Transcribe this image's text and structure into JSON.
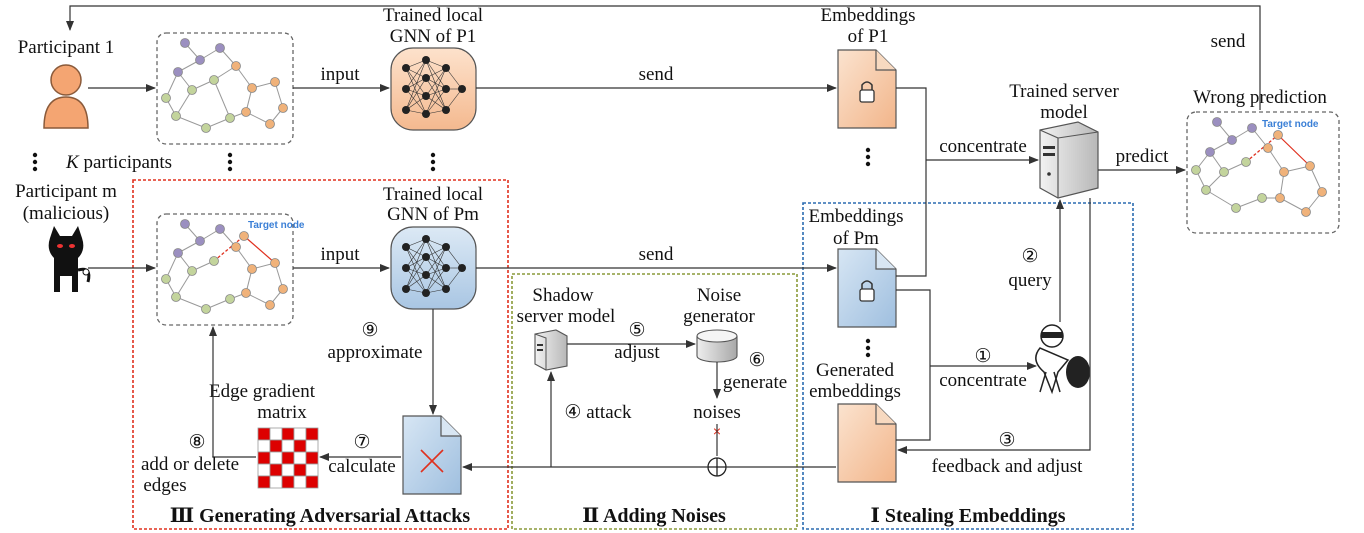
{
  "participants": {
    "p1": "Participant 1",
    "k": "K",
    "k_rest": " participants",
    "pm_line1": "Participant m",
    "pm_line2": "(malicious)"
  },
  "gnn": {
    "p1_line1": "Trained local",
    "p1_line2": "GNN of P1",
    "pm_line1": "Trained local",
    "pm_line2": "GNN of Pm"
  },
  "embeddings": {
    "p1_line1": "Embeddings",
    "p1_line2": "of P1",
    "pm_line1": "Embeddings",
    "pm_line2": "of Pm",
    "gen_line1": "Generated",
    "gen_line2": "embeddings"
  },
  "server": {
    "line1": "Trained server",
    "line2": "model"
  },
  "prediction": {
    "title": "Wrong prediction",
    "target_node": "Target node"
  },
  "graph_target_label": "Target node",
  "arrows": {
    "input_top": "input",
    "input_bottom": "input",
    "send_top": "send",
    "send_mid": "send",
    "send_feedback": "send",
    "concentrate_top": "concentrate",
    "predict": "predict",
    "query": "② query",
    "query_num": "②",
    "query_text": "query",
    "concentrate_1_num": "①",
    "concentrate_1_text": "concentrate",
    "feedback_num": "③",
    "feedback_text": "feedback and adjust",
    "attack": "④ attack",
    "adjust_num": "⑤",
    "adjust_text": "adjust",
    "generate_num": "⑥",
    "generate_text": "generate",
    "calculate_num": "⑦",
    "calculate_text": "calculate",
    "add_num": "⑧",
    "add_line1": "add or delete",
    "add_line2": "edges",
    "approx_num": "⑨",
    "approx_text": "approximate"
  },
  "shadow": {
    "line1": "Shadow",
    "line2": "server model"
  },
  "noise": {
    "gen_line1": "Noise",
    "gen_line2": "generator",
    "noises": "noises"
  },
  "edge_matrix": {
    "line1": "Edge gradient",
    "line2": "matrix"
  },
  "sections": {
    "s3": "Ⅲ Generating Adversarial Attacks",
    "s2": "Ⅱ Adding Noises",
    "s1": "Ⅰ Stealing Embeddings"
  },
  "colors": {
    "red_box": "#e0301e",
    "green_box": "#8a9a3a",
    "blue_box": "#2b6cb0",
    "purple_node": "#9b8fc0",
    "green_node": "#c3d49c",
    "orange_node": "#f0b27a",
    "person": "#f4a572",
    "p1_net": "#f6c6a2",
    "pm_net": "#b9d3ea",
    "doc_orange": "#f8cfae",
    "doc_blue": "#bdd5ec",
    "target_text": "#3a7fd6"
  }
}
